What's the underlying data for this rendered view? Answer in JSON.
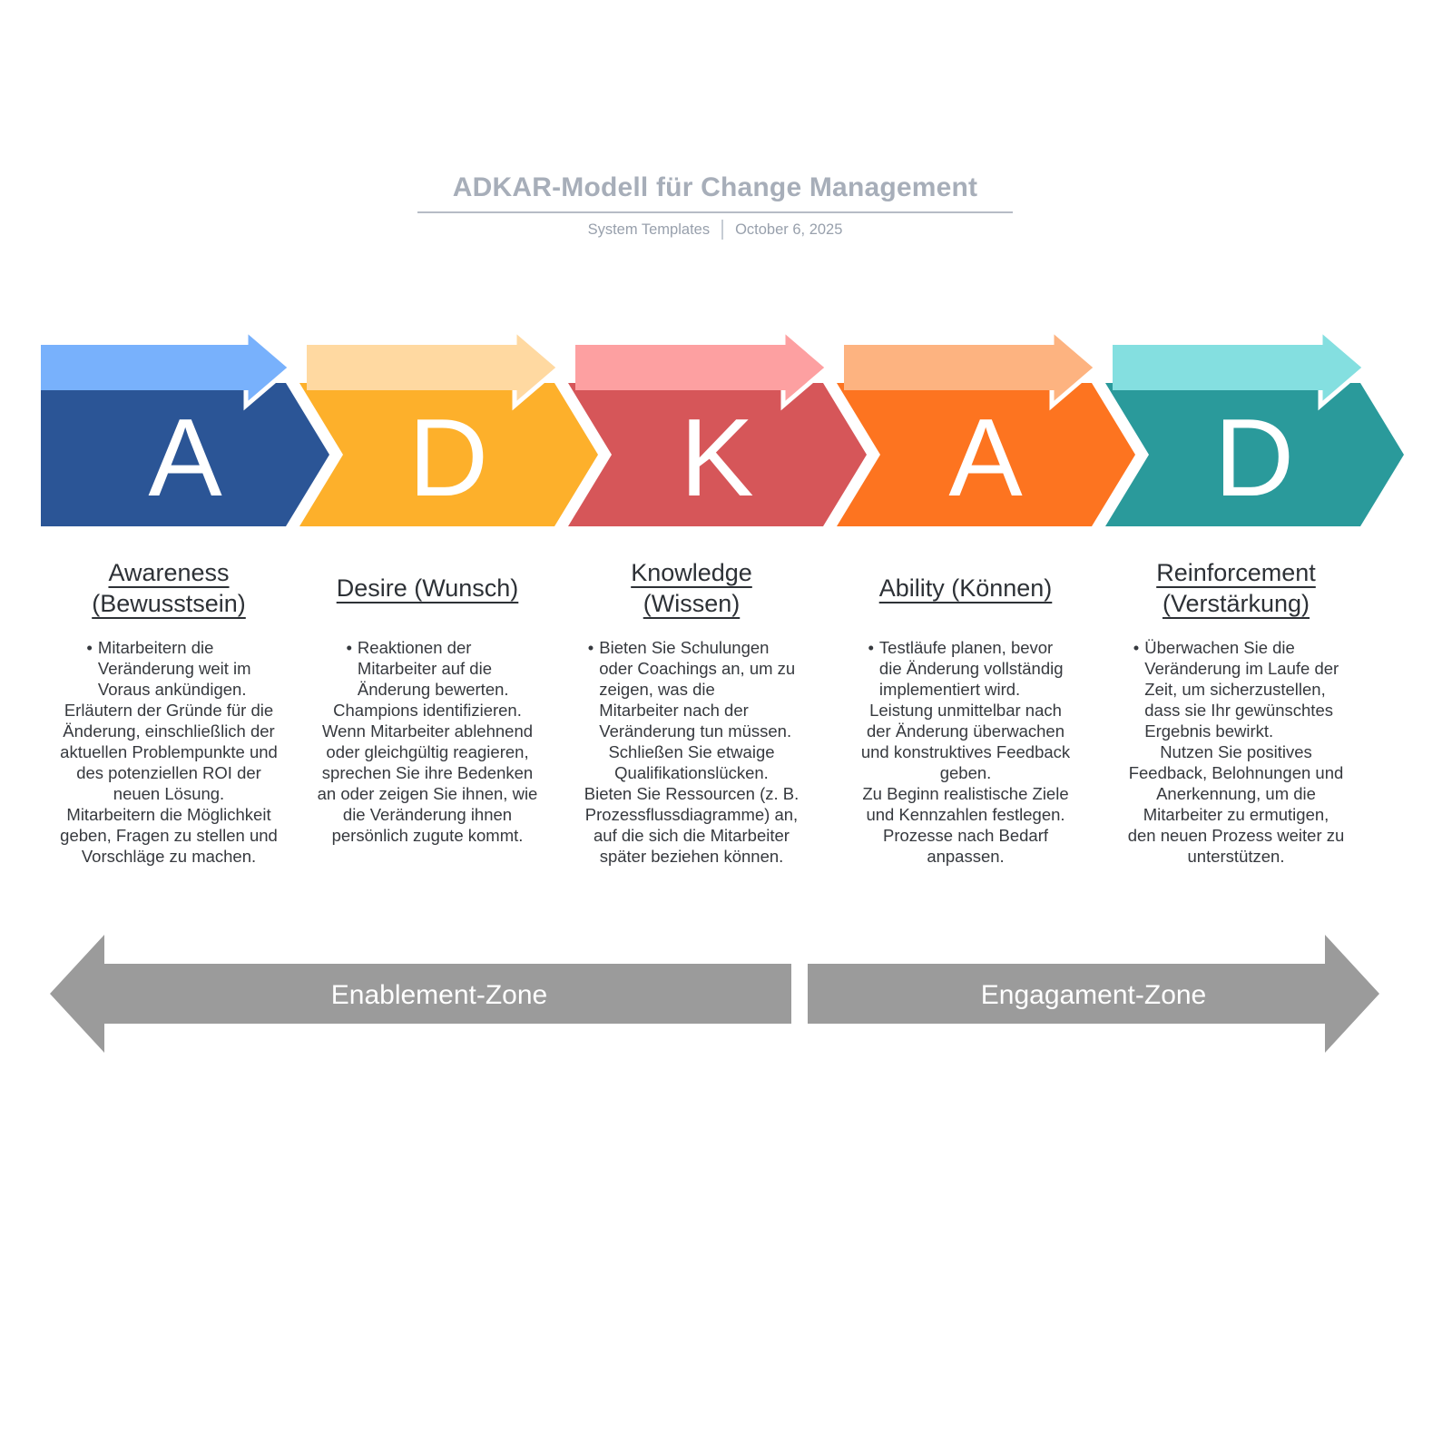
{
  "header": {
    "title": "ADKAR-Modell für Change Management",
    "subtitle_left": "System Templates",
    "subtitle_right": "October 6, 2025"
  },
  "stages": [
    {
      "letter": "A",
      "name": "Awareness\n(Bewusstsein)",
      "bullet": "•",
      "lead": "Mitarbeitern die\nVeränderung weit im\nVoraus ankündigen.",
      "details": "Erläutern der Gründe für die\nÄnderung, einschließlich der\naktuellen Problempunkte und\ndes potenziellen ROI der\nneuen Lösung.\nMitarbeitern die Möglichkeit\ngeben, Fragen zu stellen und\nVorschläge zu machen.",
      "body_color": "#2b5596",
      "arrow_color": "#78b1fc"
    },
    {
      "letter": "D",
      "name": "Desire (Wunsch)",
      "bullet": "•",
      "lead": "Reaktionen der\nMitarbeiter auf die\nÄnderung bewerten.",
      "details": "Champions identifizieren.\nWenn Mitarbeiter ablehnend\noder gleichgültig reagieren,\nsprechen Sie ihre Bedenken\nan oder zeigen Sie ihnen, wie\ndie Veränderung ihnen\npersönlich zugute kommt.",
      "body_color": "#fdb02b",
      "arrow_color": "#ffd9a1"
    },
    {
      "letter": "K",
      "name": "Knowledge\n(Wissen)",
      "bullet": "•",
      "lead": "Bieten Sie Schulungen\noder Coachings an, um zu\nzeigen, was die\nMitarbeiter nach der\nVeränderung tun müssen.",
      "details": "Schließen Sie etwaige\nQualifikationslücken.\nBieten Sie Ressourcen (z. B.\nProzessflussdiagramme) an,\nauf die sich die Mitarbeiter\nspäter beziehen können.",
      "body_color": "#d65659",
      "arrow_color": "#fda0a1"
    },
    {
      "letter": "A",
      "name": "Ability (Können)",
      "bullet": "•",
      "lead": "Testläufe planen, bevor\ndie Änderung vollständig\nimplementiert wird.",
      "details": "Leistung unmittelbar nach\nder Änderung überwachen\nund konstruktives Feedback\ngeben.\nZu Beginn realistische Ziele\nund Kennzahlen festlegen.\nProzesse nach Bedarf\nanpassen.",
      "body_color": "#fd7420",
      "arrow_color": "#fdb380"
    },
    {
      "letter": "D",
      "name": "Reinforcement\n(Verstärkung)",
      "bullet": "•",
      "lead": "Überwachen Sie die\nVeränderung im Laufe der\nZeit, um sicherzustellen,\ndass sie Ihr gewünschtes\nErgebnis bewirkt.",
      "details": "Nutzen Sie positives\nFeedback, Belohnungen und\nAnerkennung, um die\nMitarbeiter zu ermutigen,\nden neuen Prozess weiter zu\nunterstützen.",
      "body_color": "#2a9a9b",
      "arrow_color": "#84dfe0"
    }
  ],
  "zones": [
    {
      "label": "Enablement-Zone",
      "direction": "left",
      "color": "#9b9b9b"
    },
    {
      "label": "Engagament-Zone",
      "direction": "right",
      "color": "#9b9b9b"
    }
  ]
}
